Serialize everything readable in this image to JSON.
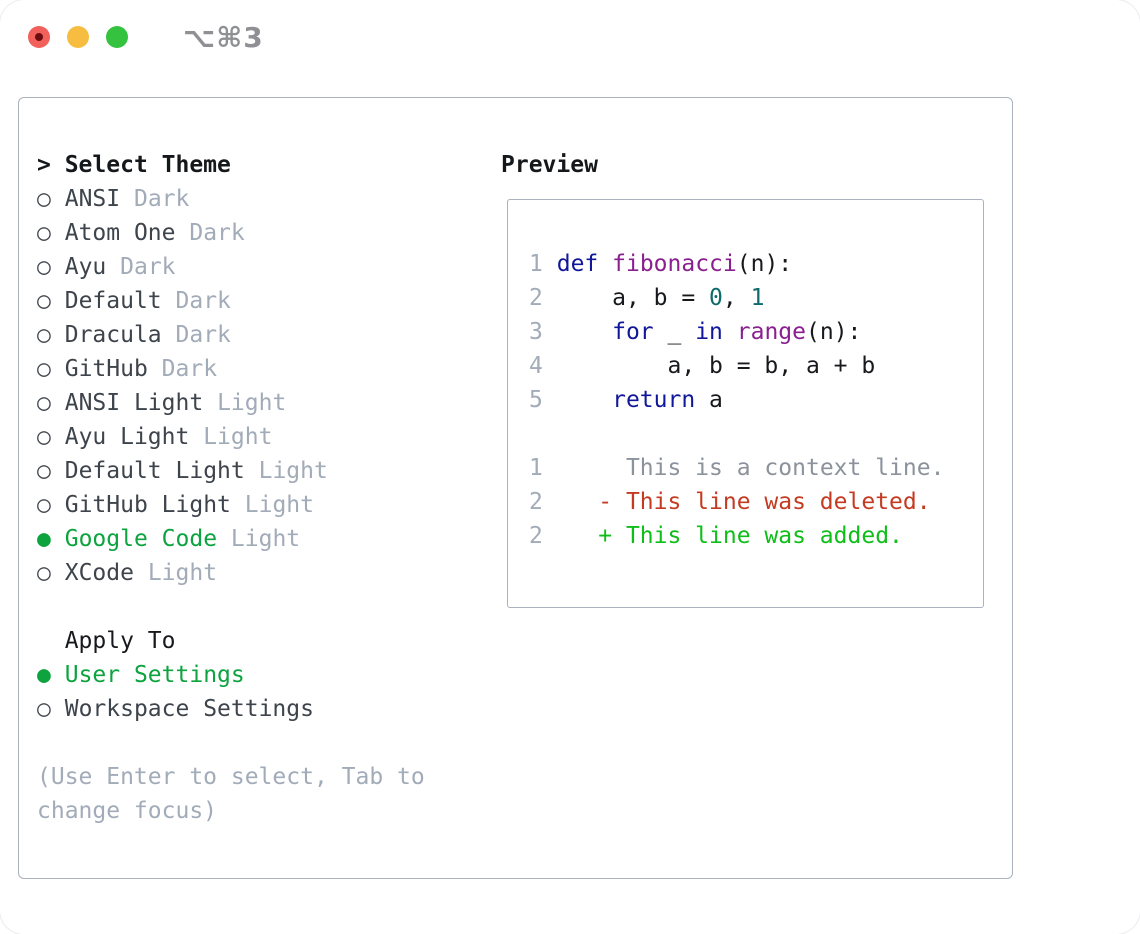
{
  "window": {
    "shortcut": "⌥⌘3"
  },
  "theme_picker": {
    "title_marker": ">",
    "title": "Select Theme",
    "unselected_marker": "○",
    "selected_marker": "●",
    "items": [
      {
        "name": "ANSI",
        "variant": "Dark",
        "selected": false
      },
      {
        "name": "Atom One",
        "variant": "Dark",
        "selected": false
      },
      {
        "name": "Ayu",
        "variant": "Dark",
        "selected": false
      },
      {
        "name": "Default",
        "variant": "Dark",
        "selected": false
      },
      {
        "name": "Dracula",
        "variant": "Dark",
        "selected": false
      },
      {
        "name": "GitHub",
        "variant": "Dark",
        "selected": false
      },
      {
        "name": "ANSI Light",
        "variant": "Light",
        "selected": false
      },
      {
        "name": "Ayu Light",
        "variant": "Light",
        "selected": false
      },
      {
        "name": "Default Light",
        "variant": "Light",
        "selected": false
      },
      {
        "name": "GitHub Light",
        "variant": "Light",
        "selected": false
      },
      {
        "name": "Google Code",
        "variant": "Light",
        "selected": true
      },
      {
        "name": "XCode",
        "variant": "Light",
        "selected": false
      }
    ],
    "apply_to": {
      "title": "Apply To",
      "options": [
        {
          "label": "User Settings",
          "selected": true
        },
        {
          "label": "Workspace Settings",
          "selected": false
        }
      ]
    },
    "help_lines": [
      "(Use Enter to select, Tab to",
      "change focus)"
    ]
  },
  "preview": {
    "title": "Preview",
    "lines": [
      [
        {
          "t": "1",
          "c": "ln"
        },
        {
          "t": " ",
          "c": "pl"
        },
        {
          "t": "def",
          "c": "kw"
        },
        {
          "t": " ",
          "c": "pl"
        },
        {
          "t": "fibonacci",
          "c": "fn"
        },
        {
          "t": "(n):",
          "c": "pl"
        }
      ],
      [
        {
          "t": "2",
          "c": "ln"
        },
        {
          "t": "     ",
          "c": "pl"
        },
        {
          "t": "a, b = ",
          "c": "pl"
        },
        {
          "t": "0",
          "c": "nu"
        },
        {
          "t": ", ",
          "c": "pl"
        },
        {
          "t": "1",
          "c": "nu"
        }
      ],
      [
        {
          "t": "3",
          "c": "ln"
        },
        {
          "t": "     ",
          "c": "pl"
        },
        {
          "t": "for",
          "c": "kw"
        },
        {
          "t": " _ ",
          "c": "pl"
        },
        {
          "t": "in",
          "c": "kw"
        },
        {
          "t": " ",
          "c": "pl"
        },
        {
          "t": "range",
          "c": "fn"
        },
        {
          "t": "(n):",
          "c": "pl"
        }
      ],
      [
        {
          "t": "4",
          "c": "ln"
        },
        {
          "t": "         ",
          "c": "pl"
        },
        {
          "t": "a, b = b, a + b",
          "c": "pl"
        }
      ],
      [
        {
          "t": "5",
          "c": "ln"
        },
        {
          "t": "     ",
          "c": "pl"
        },
        {
          "t": "return",
          "c": "kw"
        },
        {
          "t": " a",
          "c": "pl"
        }
      ],
      [],
      [
        {
          "t": "1",
          "c": "ln"
        },
        {
          "t": "      ",
          "c": "pl"
        },
        {
          "t": "This is a context line.",
          "c": "ctx"
        }
      ],
      [
        {
          "t": "2",
          "c": "ln"
        },
        {
          "t": "    ",
          "c": "pl"
        },
        {
          "t": "- This line was deleted.",
          "c": "del"
        }
      ],
      [
        {
          "t": "2",
          "c": "ln"
        },
        {
          "t": "    ",
          "c": "pl"
        },
        {
          "t": "+ This line was added.",
          "c": "add"
        }
      ]
    ]
  },
  "colors": {
    "accent_green": "#0da33f",
    "diff_added": "#0fbe18",
    "diff_deleted": "#c43b22",
    "context_gray": "#8b929b",
    "muted_gray": "#a2abb8",
    "keyword_blue": "#101899",
    "function_purple": "#8a1f8f",
    "number_teal": "#0e6b6b",
    "text_dark": "#3e444c",
    "text_black": "#15181b",
    "border_gray": "#a9b2bd",
    "shortcut_gray": "#8f9094",
    "traffic_red": "#f1605a",
    "traffic_red_dot": "#6b0d10",
    "traffic_yellow": "#f6bd40",
    "traffic_green": "#35c33f"
  }
}
